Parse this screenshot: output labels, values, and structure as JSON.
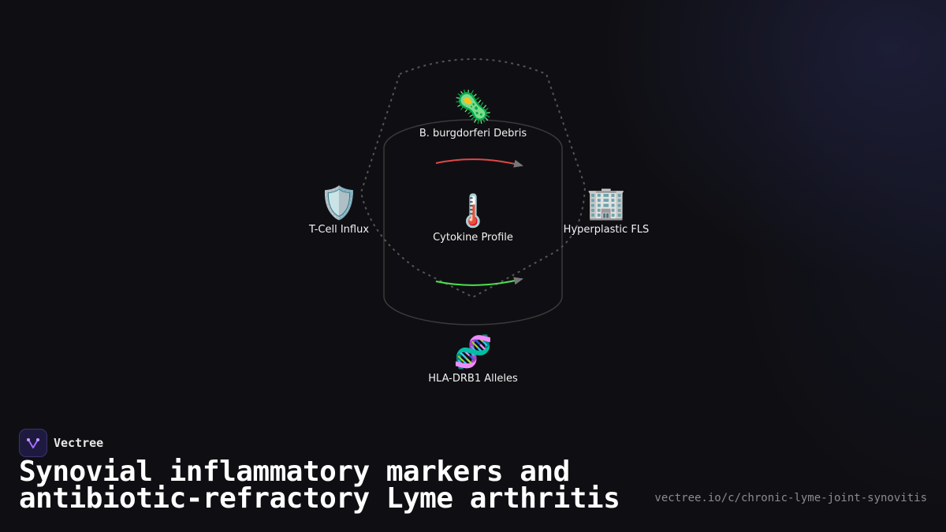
{
  "nodes": {
    "top": {
      "icon": "🦠",
      "icon_name": "microbe-icon",
      "label": "B. burgdorferi Debris"
    },
    "left": {
      "icon": "🛡️",
      "icon_name": "shield-icon",
      "label": "T-Cell Influx"
    },
    "center": {
      "icon": "🌡️",
      "icon_name": "thermometer-icon",
      "label": "Cytokine Profile"
    },
    "right": {
      "icon": "🏢",
      "icon_name": "building-icon",
      "label": "Hyperplastic FLS"
    },
    "bottom": {
      "icon": "🧬",
      "icon_name": "dna-icon",
      "label": "HLA-DRB1 Alleles"
    }
  },
  "colors": {
    "background": "#0f0f13",
    "arrow_top": "#e04848",
    "arrow_bottom": "#4ee24e",
    "arrowhead": "#777777",
    "outline_dashed": "#555555",
    "cylinder": "#3a3a3a"
  },
  "brand": {
    "name": "Vectree"
  },
  "title": "Synovial inflammatory markers and antibiotic-refractory Lyme arthritis",
  "url": "vectree.io/c/chronic-lyme-joint-synovitis"
}
